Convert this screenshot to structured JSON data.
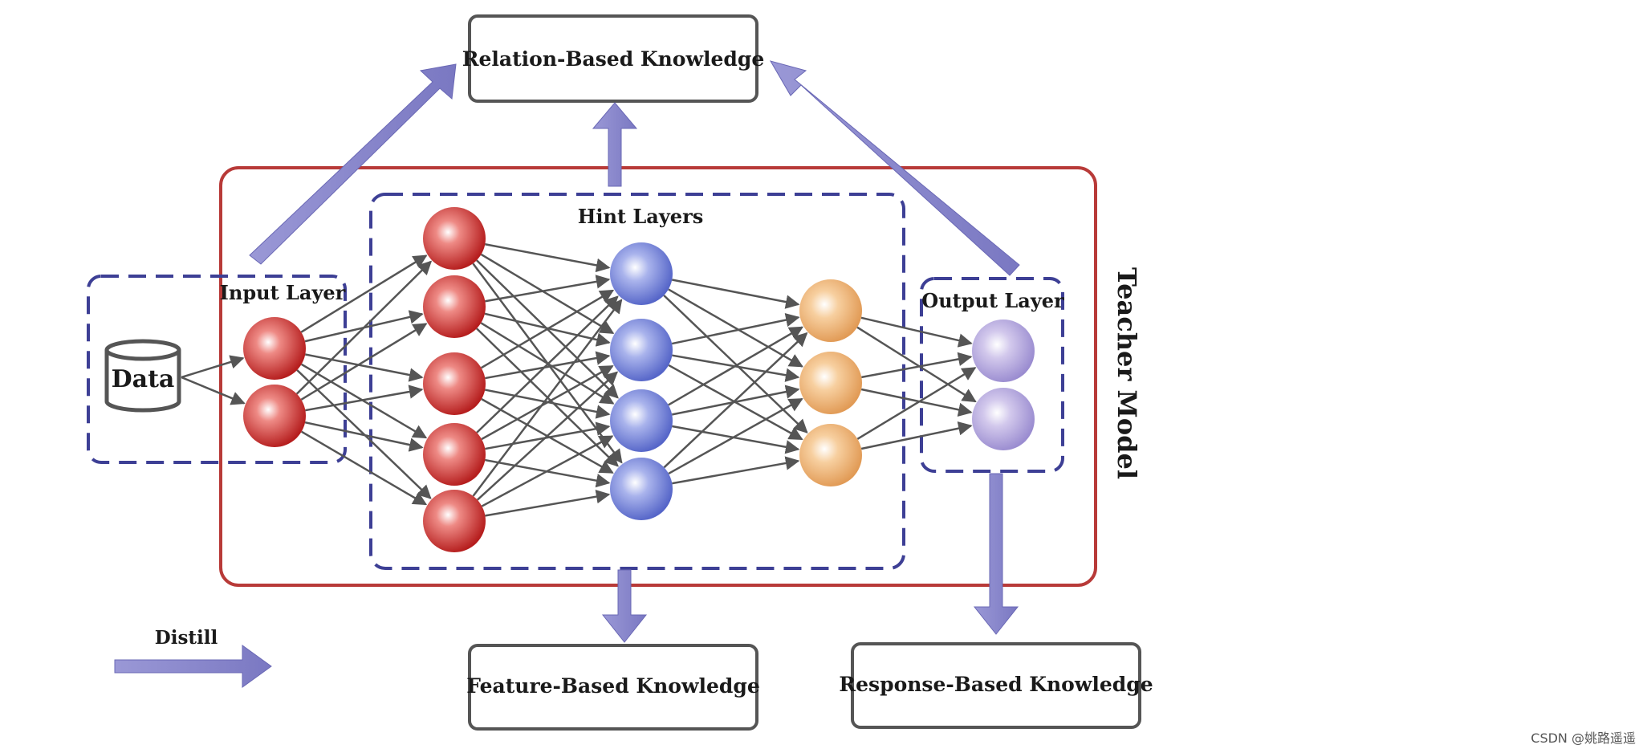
{
  "labels": {
    "relation": "Relation-Based Knowledge",
    "feature": "Feature-Based Knowledge",
    "response": "Response-Based Knowledge",
    "hint_layers": "Hint Layers",
    "input_layer": "Input Layer",
    "output_layer": "Output Layer",
    "teacher_model": "Teacher Model",
    "data": "Data",
    "distill": "Distill"
  },
  "watermark": "CSDN @姚路遥遥",
  "network": {
    "layers": [
      {
        "name": "input",
        "nodes": 2,
        "color": "red"
      },
      {
        "name": "hidden-1",
        "nodes": 5,
        "color": "red"
      },
      {
        "name": "hidden-2",
        "nodes": 4,
        "color": "blue"
      },
      {
        "name": "hidden-3",
        "nodes": 3,
        "color": "orange"
      },
      {
        "name": "output",
        "nodes": 2,
        "color": "purple"
      }
    ]
  },
  "colors": {
    "teacher_border": "#b83a38",
    "dashed_border": "#3d3f95",
    "arrow": "#8381c8",
    "edge": "#555555"
  }
}
